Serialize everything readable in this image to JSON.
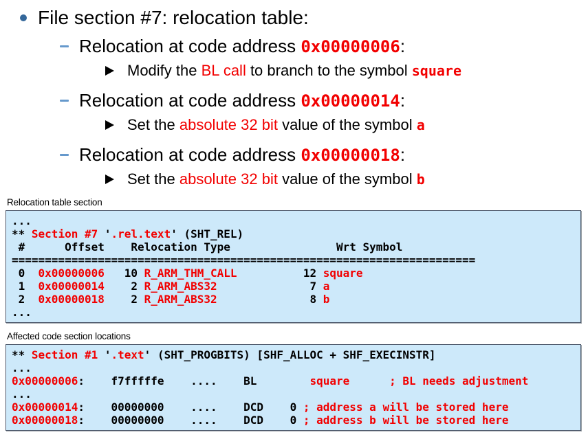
{
  "colors": {
    "accent_red": "#f20000",
    "bullet_blue": "#34679a",
    "dash_blue": "#6699cc",
    "box_bg": "#cde9fa",
    "box_border": "#4a5568",
    "text_black": "#000000"
  },
  "outline": [
    {
      "level": 1,
      "marker": "dot",
      "segments": [
        {
          "t": "File section #7: relocation table:",
          "s": "plain"
        }
      ]
    },
    {
      "level": 2,
      "marker": "dash",
      "segments": [
        {
          "t": "Relocation at code address ",
          "s": "plain"
        },
        {
          "t": "0x00000006",
          "s": "code"
        },
        {
          "t": ":",
          "s": "plain"
        }
      ]
    },
    {
      "level": 3,
      "marker": "arrow",
      "segments": [
        {
          "t": "Modify the ",
          "s": "plain"
        },
        {
          "t": "BL call",
          "s": "red"
        },
        {
          "t": " to branch to the symbol ",
          "s": "plain"
        },
        {
          "t": "square",
          "s": "code"
        }
      ]
    },
    {
      "level": 2,
      "marker": "dash",
      "segments": [
        {
          "t": "Relocation at code address ",
          "s": "plain"
        },
        {
          "t": "0x00000014",
          "s": "code"
        },
        {
          "t": ":",
          "s": "plain"
        }
      ]
    },
    {
      "level": 3,
      "marker": "arrow",
      "segments": [
        {
          "t": "Set the ",
          "s": "plain"
        },
        {
          "t": "absolute 32 bit",
          "s": "red"
        },
        {
          "t": " value of the symbol ",
          "s": "plain"
        },
        {
          "t": "a",
          "s": "code"
        }
      ]
    },
    {
      "level": 2,
      "marker": "dash",
      "segments": [
        {
          "t": "Relocation at code address ",
          "s": "plain"
        },
        {
          "t": "0x00000018",
          "s": "code"
        },
        {
          "t": ":",
          "s": "plain"
        }
      ]
    },
    {
      "level": 3,
      "marker": "arrow",
      "segments": [
        {
          "t": "Set the ",
          "s": "plain"
        },
        {
          "t": "absolute 32 bit",
          "s": "red"
        },
        {
          "t": " value of the symbol ",
          "s": "plain"
        },
        {
          "t": "b",
          "s": "code"
        }
      ]
    }
  ],
  "code_boxes": [
    {
      "label": "Relocation table section",
      "lines": [
        [
          {
            "t": "...",
            "c": "k"
          }
        ],
        [
          {
            "t": "** ",
            "c": "k"
          },
          {
            "t": "Section #7",
            "c": "r"
          },
          {
            "t": " '",
            "c": "k"
          },
          {
            "t": ".rel.text",
            "c": "r"
          },
          {
            "t": "' (SHT_REL)",
            "c": "k"
          }
        ],
        [
          {
            "t": " #      Offset    Relocation Type                Wrt Symbol",
            "c": "k"
          }
        ],
        [
          {
            "t": "======================================================================",
            "c": "k"
          }
        ],
        [
          {
            "t": " 0  ",
            "c": "k"
          },
          {
            "t": "0x00000006",
            "c": "r"
          },
          {
            "t": "   10 ",
            "c": "k"
          },
          {
            "t": "R_ARM_THM_CALL",
            "c": "r"
          },
          {
            "t": "          12 ",
            "c": "k"
          },
          {
            "t": "square",
            "c": "r"
          }
        ],
        [
          {
            "t": " 1  ",
            "c": "k"
          },
          {
            "t": "0x00000014",
            "c": "r"
          },
          {
            "t": "    2 ",
            "c": "k"
          },
          {
            "t": "R_ARM_ABS32",
            "c": "r"
          },
          {
            "t": "              7 ",
            "c": "k"
          },
          {
            "t": "a",
            "c": "r"
          }
        ],
        [
          {
            "t": " 2  ",
            "c": "k"
          },
          {
            "t": "0x00000018",
            "c": "r"
          },
          {
            "t": "    2 ",
            "c": "k"
          },
          {
            "t": "R_ARM_ABS32",
            "c": "r"
          },
          {
            "t": "              8 ",
            "c": "k"
          },
          {
            "t": "b",
            "c": "r"
          }
        ],
        [
          {
            "t": "...",
            "c": "k"
          }
        ]
      ]
    },
    {
      "label": "Affected code section locations",
      "lines": [
        [
          {
            "t": "** ",
            "c": "k"
          },
          {
            "t": "Section #1",
            "c": "r"
          },
          {
            "t": " '",
            "c": "k"
          },
          {
            "t": ".text",
            "c": "r"
          },
          {
            "t": "' (SHT_PROGBITS) [SHF_ALLOC + SHF_EXECINSTR]",
            "c": "k"
          }
        ],
        [
          {
            "t": "...",
            "c": "k"
          }
        ],
        [
          {
            "t": "0x00000006",
            "c": "r"
          },
          {
            "t": ":    f7fffffe    ....    BL        ",
            "c": "k"
          },
          {
            "t": "square",
            "c": "r"
          },
          {
            "t": "      ",
            "c": "k"
          },
          {
            "t": "; BL needs adjustment",
            "c": "r"
          }
        ],
        [
          {
            "t": "...",
            "c": "k"
          }
        ],
        [
          {
            "t": "0x00000014",
            "c": "r"
          },
          {
            "t": ":    00000000    ....    DCD    0 ",
            "c": "k"
          },
          {
            "t": "; address a will be stored here",
            "c": "r"
          }
        ],
        [
          {
            "t": "0x00000018",
            "c": "r"
          },
          {
            "t": ":    00000000    ....    DCD    0 ",
            "c": "k"
          },
          {
            "t": "; address b will be stored here",
            "c": "r"
          }
        ]
      ]
    }
  ]
}
